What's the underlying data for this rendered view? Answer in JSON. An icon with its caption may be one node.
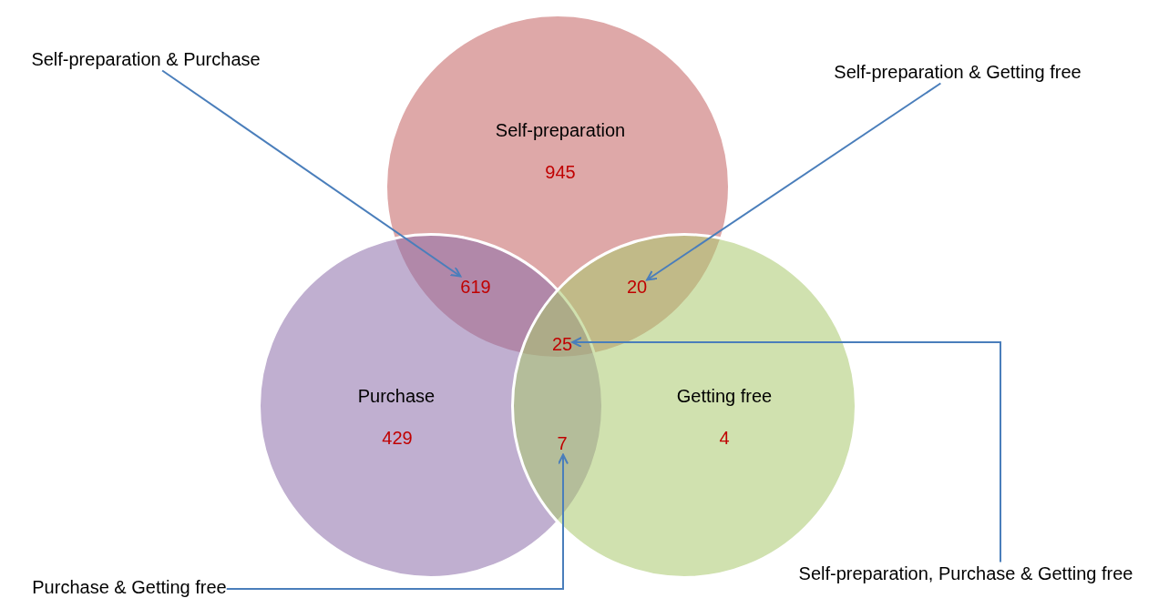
{
  "diagram": {
    "nodes": [
      {
        "text": [
          "Self-preparation",
          "945"
        ]
      },
      {
        "text": [
          "Purchase",
          "429"
        ]
      },
      {
        "text": [
          "Getting free",
          "4"
        ]
      },
      {
        "text": [
          "619"
        ]
      },
      {
        "text": [
          "20"
        ]
      },
      {
        "text": [
          "25"
        ]
      },
      {
        "text": [
          "7"
        ]
      },
      {
        "text": [
          "Self-preparation & Purchase"
        ]
      },
      {
        "text": [
          "Self-preparation & Getting free"
        ]
      },
      {
        "text": [
          "Self-preparation, Purchase & Getting free"
        ]
      },
      {
        "text": [
          "Purchase & Getting free"
        ]
      }
    ],
    "edges": [
      {
        "from": 7,
        "to": 3,
        "arrow": "to"
      },
      {
        "from": 8,
        "to": 4,
        "arrow": "to"
      },
      {
        "from": 9,
        "to": 5,
        "arrow": "to"
      },
      {
        "from": 10,
        "to": 6,
        "arrow": "to"
      }
    ]
  }
}
